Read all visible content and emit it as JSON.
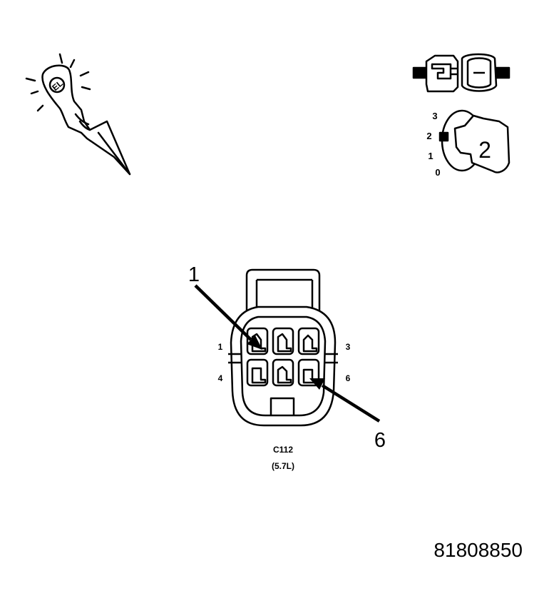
{
  "figure": {
    "figure_number": "81808850",
    "callouts": {
      "pin_first": "1",
      "pin_last": "6"
    },
    "connector": {
      "name": "C112",
      "variant": "(5.7L)"
    },
    "pin_numbers": {
      "p1": "1",
      "p3": "3",
      "p4": "4",
      "p6": "6"
    },
    "ignition": {
      "positions": {
        "p0": "0",
        "p1": "1",
        "p2": "2",
        "p3": "3"
      },
      "key_label": "2"
    },
    "icons": [
      "test-probe-icon",
      "disconnected-connector-icon",
      "ignition-key-icon"
    ]
  }
}
